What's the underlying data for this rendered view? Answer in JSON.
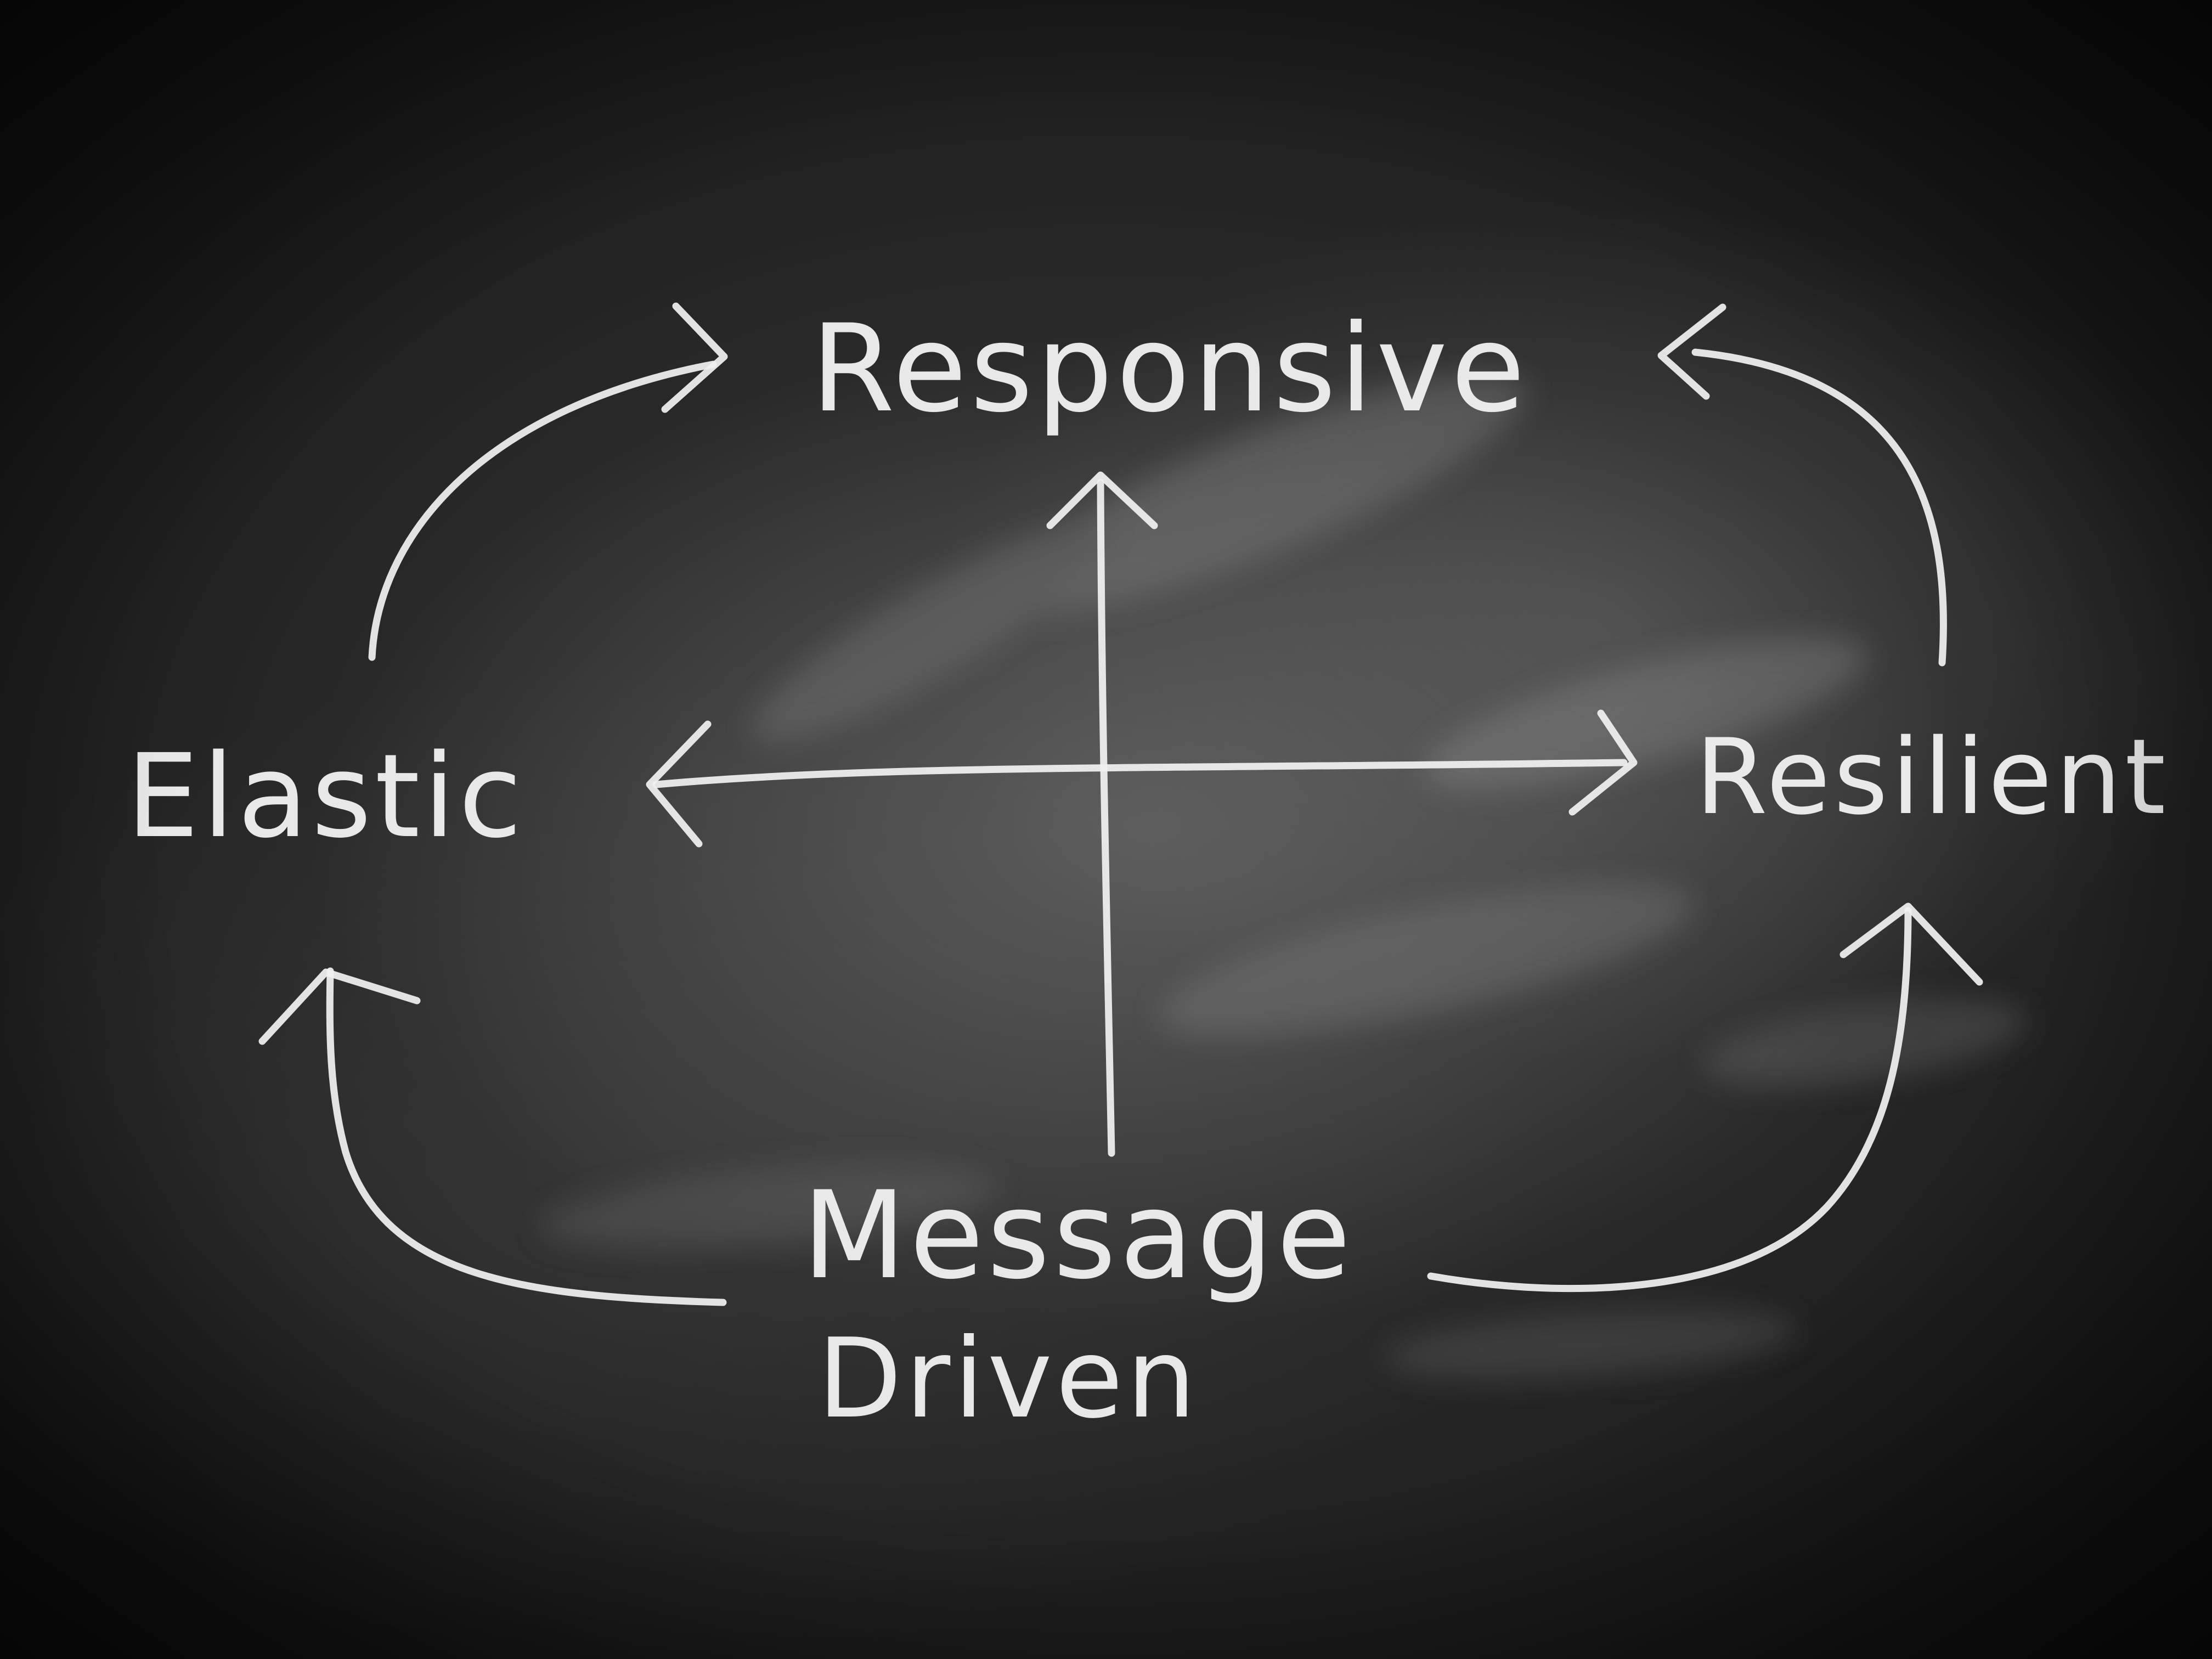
{
  "nodes": {
    "top": "Responsive",
    "left": "Elastic",
    "right": "Resilient",
    "bottom_line1": "Message",
    "bottom_line2": "Driven"
  },
  "colors": {
    "chalk": "#f1f1f1",
    "board": "#262626"
  },
  "edges": [
    {
      "from": "Elastic",
      "to": "Responsive"
    },
    {
      "from": "Resilient",
      "to": "Responsive"
    },
    {
      "from": "Message Driven",
      "to": "Elastic"
    },
    {
      "from": "Message Driven",
      "to": "Resilient"
    },
    {
      "from": "Message Driven",
      "to": "Responsive"
    },
    {
      "from": "center",
      "to": "Elastic"
    },
    {
      "from": "center",
      "to": "Resilient"
    }
  ]
}
